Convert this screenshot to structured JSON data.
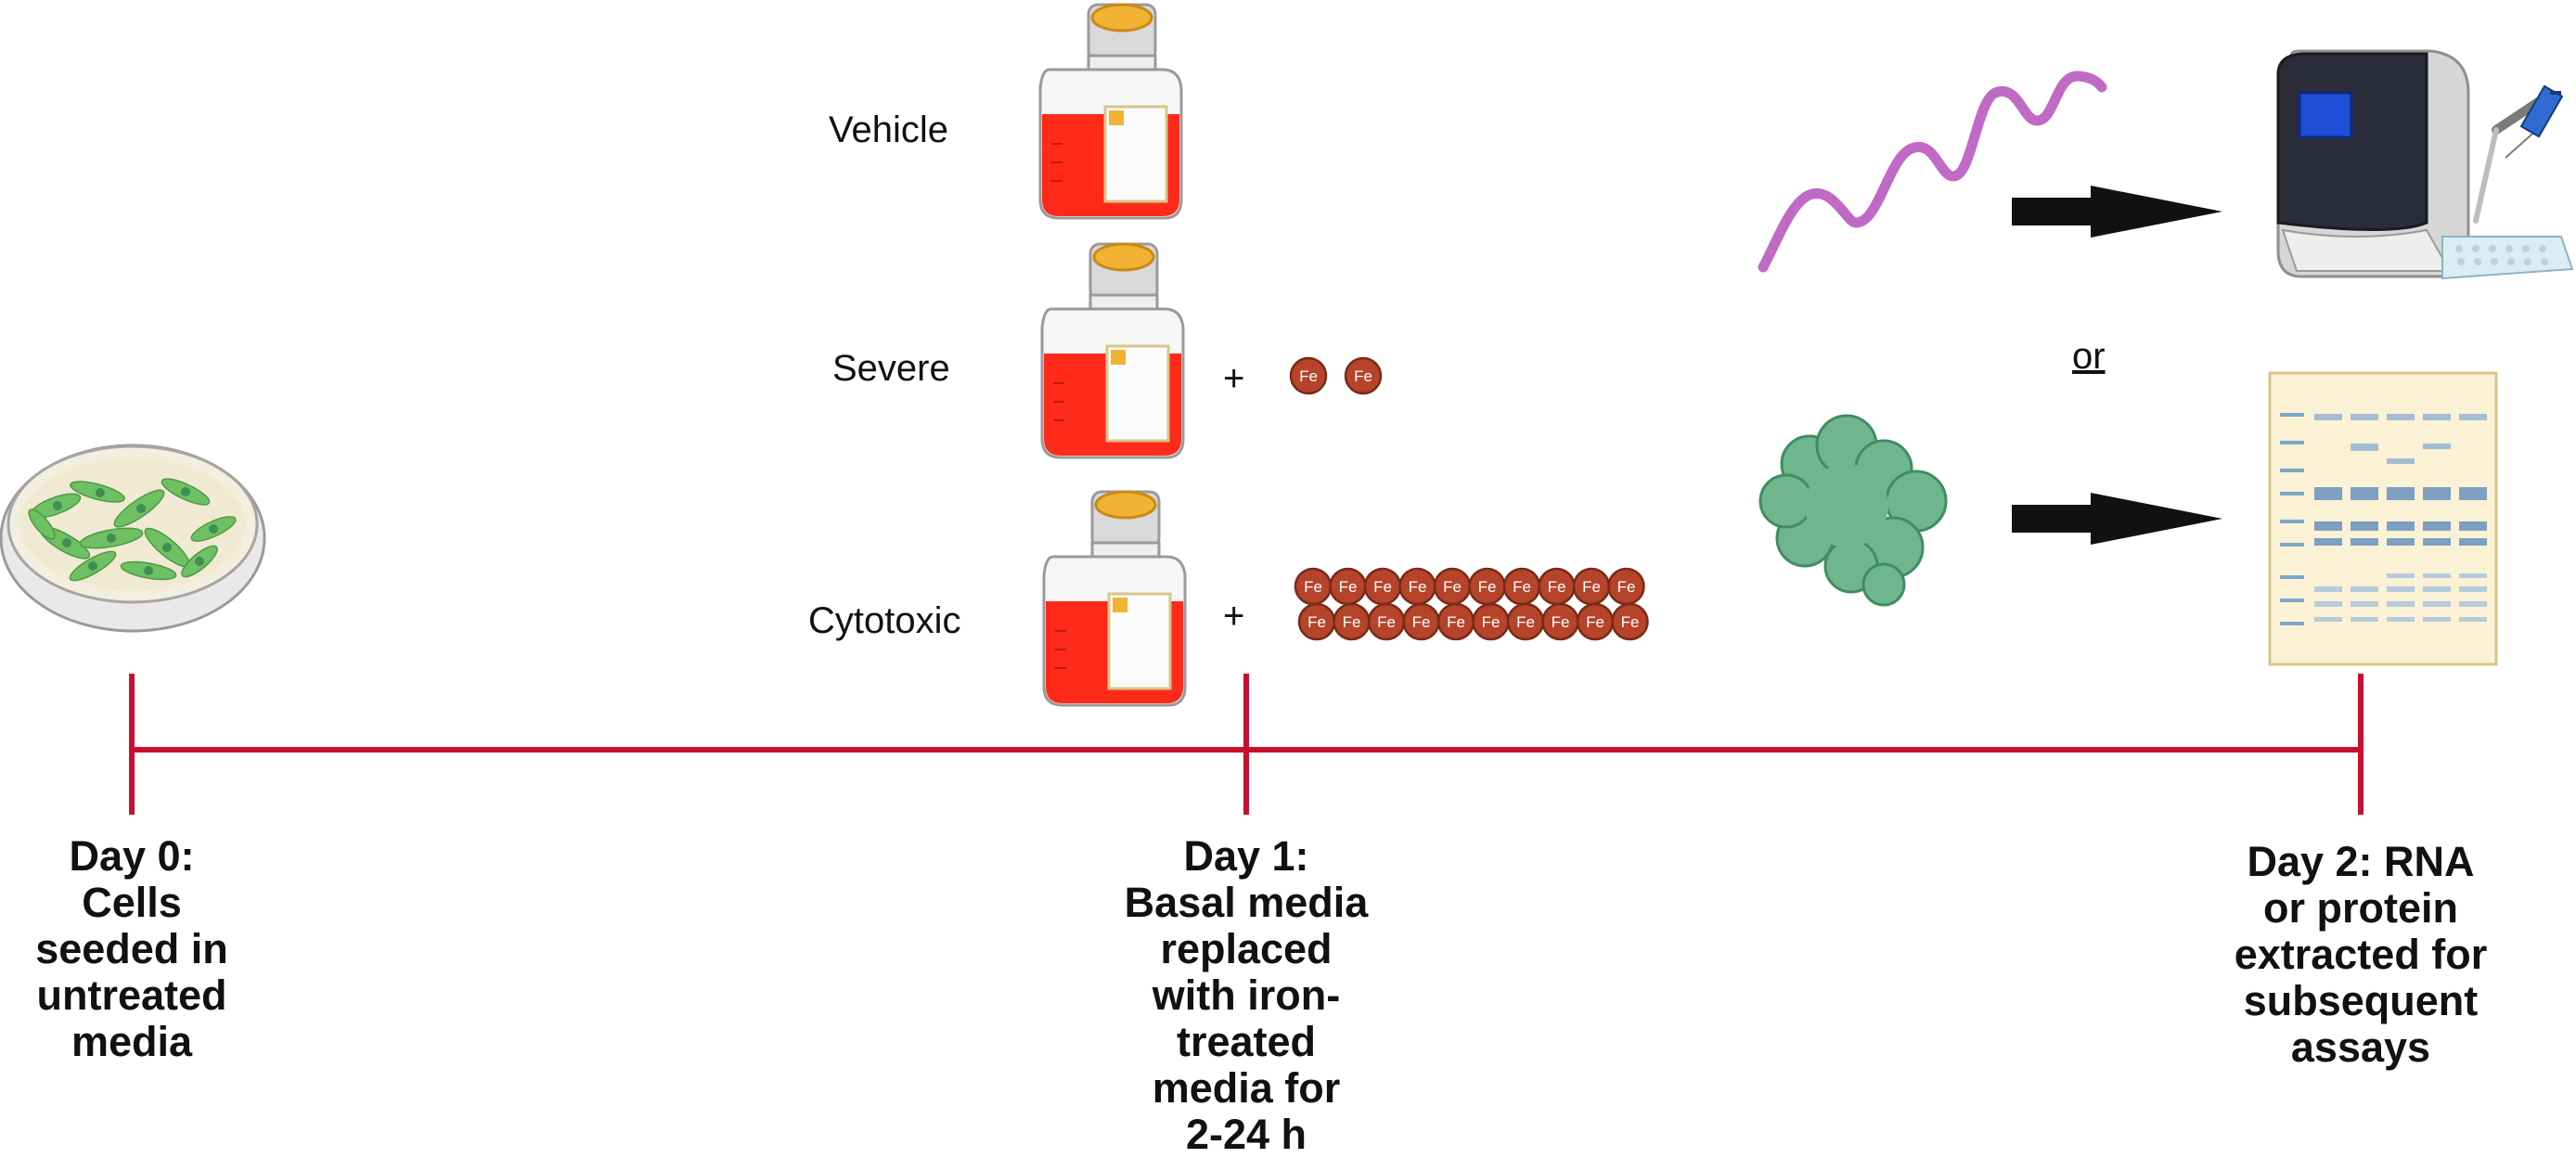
{
  "conditions": [
    {
      "label": "Vehicle",
      "fe_count": 0
    },
    {
      "label": "Severe",
      "fe_count": 2
    },
    {
      "label": "Cytotoxic",
      "fe_count": 20
    }
  ],
  "plus_symbol": "+",
  "fe_label": "Fe",
  "or_label": "or",
  "timeline": {
    "color": "#c8102e",
    "day0": [
      "Day 0:",
      "Cells",
      "seeded in",
      "untreated",
      "media"
    ],
    "day1": [
      "Day 1:",
      "Basal media",
      "replaced",
      "with iron-",
      "treated",
      "media for",
      "2-24 h"
    ],
    "day2": [
      "Day 2: RNA",
      "or protein",
      "extracted for",
      "subsequent",
      "assays"
    ]
  },
  "colors": {
    "media_red": "#ff2a1a",
    "fe_ball": "#b5442a",
    "rna_purple": "#c06ac6",
    "protein_green": "#6fb58e",
    "arrow": "#111111"
  },
  "icons": [
    "petri-dish-icon",
    "flask-icon",
    "iron-particle-icon",
    "rna-strand-icon",
    "protein-icon",
    "arrow-icon",
    "qpcr-machine-icon",
    "pipette-icon",
    "western-blot-icon"
  ]
}
